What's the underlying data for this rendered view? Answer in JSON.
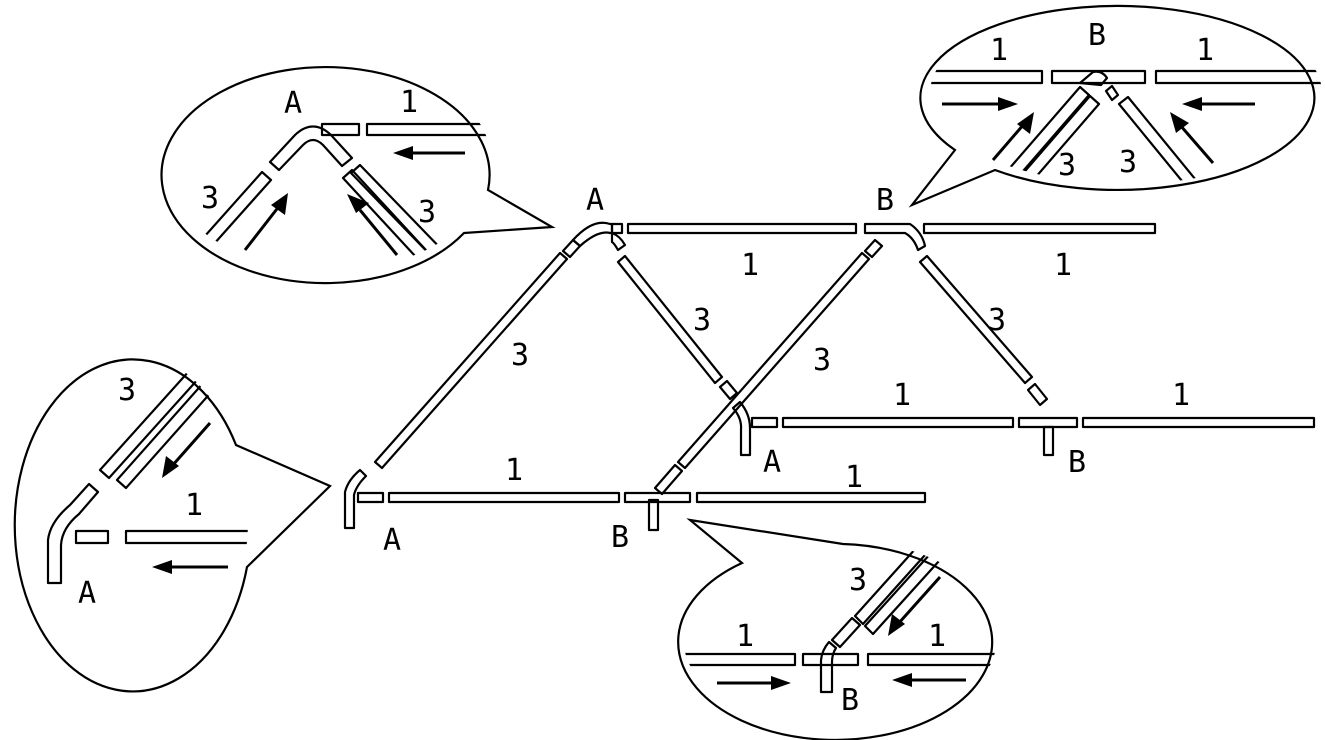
{
  "labels": {
    "node_a": "A",
    "node_b": "B",
    "member_1": "1",
    "member_3": "3"
  },
  "colors": {
    "stroke": "#000000",
    "background": "#ffffff"
  }
}
